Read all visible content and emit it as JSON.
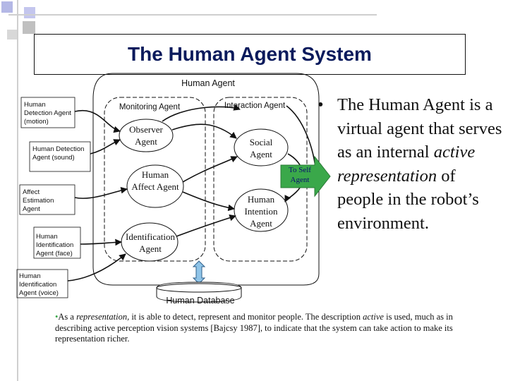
{
  "slide": {
    "title": "The Human Agent System"
  },
  "diagram": {
    "group_label": "Human Agent",
    "detectors": [
      {
        "id": "motion",
        "label": "Human Detection Agent (motion)"
      },
      {
        "id": "sound",
        "label": "Human Detection Agent (sound)"
      },
      {
        "id": "affect",
        "label": "Affect Estimation Agent"
      },
      {
        "id": "face",
        "label": "Human Identification Agent (face)"
      },
      {
        "id": "voice",
        "label": "Human Identification Agent (voice)"
      }
    ],
    "monitoring": {
      "label": "Monitoring Agent",
      "nodes": {
        "observer": "Observer Agent",
        "affect": "Human Affect Agent",
        "identification": "Identification Agent"
      }
    },
    "interaction": {
      "label": "Interaction Agent",
      "nodes": {
        "social": "Social Agent",
        "intention": "Human Intention Agent"
      }
    },
    "to_self_label": "To Self Agent",
    "database_label": "Human Database",
    "colors": {
      "title_text": "#0a1a5c",
      "arrow_green": "#3aa84a",
      "db_arrow": "#8fc4e8",
      "deco_gray": "#c8c8c8",
      "deco_lavender": "#b4b8e6"
    }
  },
  "bullet": {
    "marker": "•",
    "text_1": "The Human Agent is a virtual agent that serves as an internal ",
    "em_1": "active representation",
    "text_2": " of people in the robot’s environment."
  },
  "footnote": {
    "marker": "•",
    "p1": "As a ",
    "em1": "representation,",
    "p2": " it is able to detect, represent and monitor people. The description ",
    "em2": "active",
    "p3": " is used, much as in describing active perception vision systems [Bajcsy 1987], to indicate that the system can take action to make its representation richer."
  }
}
